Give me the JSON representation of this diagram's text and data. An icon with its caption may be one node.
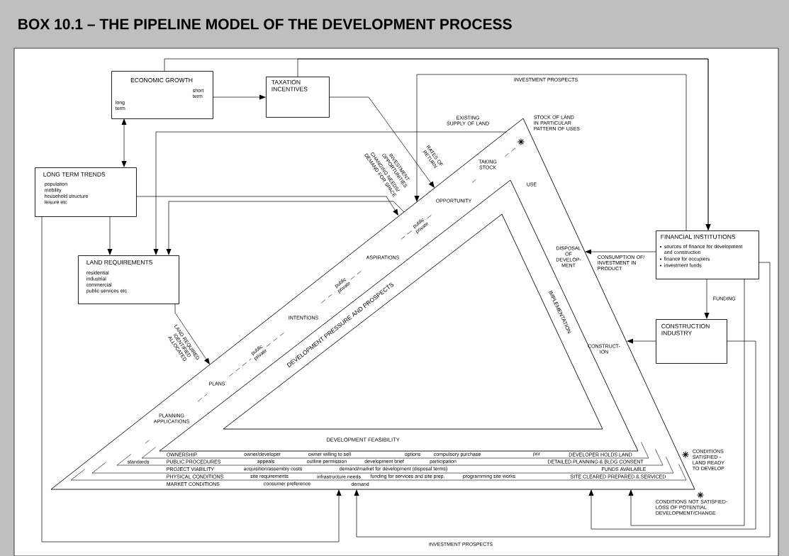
{
  "diagram": {
    "title": "BOX 10.1 – THE PIPELINE MODEL OF THE DEVELOPMENT PROCESS",
    "nodes": [
      {
        "text": [
          "ECONOMIC GROWTH",
          "short term",
          "long term"
        ]
      },
      {
        "text": [
          "TAXATION INCENTIVES"
        ]
      },
      {
        "text": [
          "LONG TERM TRENDS",
          "population",
          "mobility",
          "household structure",
          "leisure etc"
        ]
      },
      {
        "text": [
          "LAND REQUIREMENTS",
          "residential",
          "industrial",
          "commercial",
          "public services etc"
        ]
      },
      {
        "text": [
          "FINANCIAL INSTITUTIONS",
          "sources of finance for development and construction",
          "finance for occupiers",
          "investment funds"
        ]
      },
      {
        "text": [
          "CONSTRUCTION INDUSTRY"
        ]
      },
      {
        "text": [
          "TAKING STOCK",
          "OPPORTUNITY",
          "public private",
          "ASPIRATIONS",
          "public private",
          "INTENTIONS",
          "public private",
          "PLANS",
          "PLANNING APPLICATIONS",
          "USE",
          "DISPOSAL OF DEVELOP-MENT",
          "CONSTRUCT-ION"
        ]
      },
      {
        "text": [
          "DEVELOPMENT PRESSURE AND PROSPECTS",
          "IMPLEMENTATION",
          "DEVELOPMENT FEASIBILITY"
        ],
        "in": 6
      }
    ],
    "edges": [
      {
        "from": 0,
        "to": 1,
        "arrow": "to"
      },
      {
        "from": 0,
        "to": 4,
        "arrow": "to"
      },
      {
        "from": 1,
        "to": 4,
        "arrow": "to"
      },
      {
        "from": 1,
        "to": 6,
        "arrow": "to",
        "label": "RATES OF RETURN"
      },
      {
        "from": 0,
        "to": 2,
        "arrow": "both"
      },
      {
        "from": 2,
        "to": 3,
        "arrow": "to"
      },
      {
        "from": 2,
        "to": 6,
        "arrow": "to",
        "label": "CHANGING NEEDS/ DEMAND FOR SPACE"
      },
      {
        "from": 6,
        "to": 3,
        "arrow": "to"
      },
      {
        "from": 6,
        "to": 3,
        "arrow": "to",
        "label": "EXISTING SUPPLY OF LAND"
      },
      {
        "from": 3,
        "to": 6,
        "arrow": "to",
        "label": "LAND REQUIRED IDENTIFIED ALLOCATED"
      },
      {
        "from": 2,
        "to": 6,
        "arrow": "to"
      },
      {
        "from": 4,
        "to": 6,
        "arrow": "to",
        "label": "INVESTMENT PROSPECTS"
      },
      {
        "from": 4,
        "to": 6,
        "arrow": "to",
        "label": "CONSUMPTION OF/ INVESTMENT IN PRODUCT"
      },
      {
        "from": 4,
        "to": 5,
        "arrow": "to",
        "label": "FUNDING"
      },
      {
        "from": 5,
        "to": 6,
        "arrow": "to"
      },
      {
        "from": 5,
        "to": 6,
        "arrow": "to"
      },
      {
        "from": 4,
        "to": 6,
        "arrow": "to"
      },
      {
        "from": 4,
        "to": 6,
        "arrow": "to",
        "label": "INVESTMENT PROSPECTS"
      }
    ],
    "labels": [
      "STOCK OF LAND IN PARTICULAR PATTERN OF USES",
      "INVESTMENT OPPORTUNITIES",
      "OWNERSHIP",
      "owner/developer",
      "owner willing to sell",
      "options",
      "compulsory purchase",
      "pnr",
      "DEVELOPER HOLDS LAND",
      "standards",
      "PUBLIC PROCEDURES",
      "appeals",
      "outline permission",
      "development brief",
      "participation",
      "DETAILED PLANNING & BLDG CONSENT",
      "PROJECT VIABILITY",
      "acquisition/assembly costs",
      "demand/market for development (disposal terms)",
      "FUNDS AVAILABLE",
      "PHYSICAL CONDITIONS",
      "site requirements",
      "infrastructure needs",
      "funding for services and site prep.",
      "programming site works",
      "SITE CLEARED PREPARED & SERVICED",
      "MARKET CONDITIONS",
      "consumer preference",
      "demand",
      "CONDITIONS SATISFIED - LAND READY TO DEVELOP",
      "CONDITIONS NOT SATISFIED- LOSS OF POTENTIAL DEVELOPMENT/CHANGE"
    ]
  }
}
